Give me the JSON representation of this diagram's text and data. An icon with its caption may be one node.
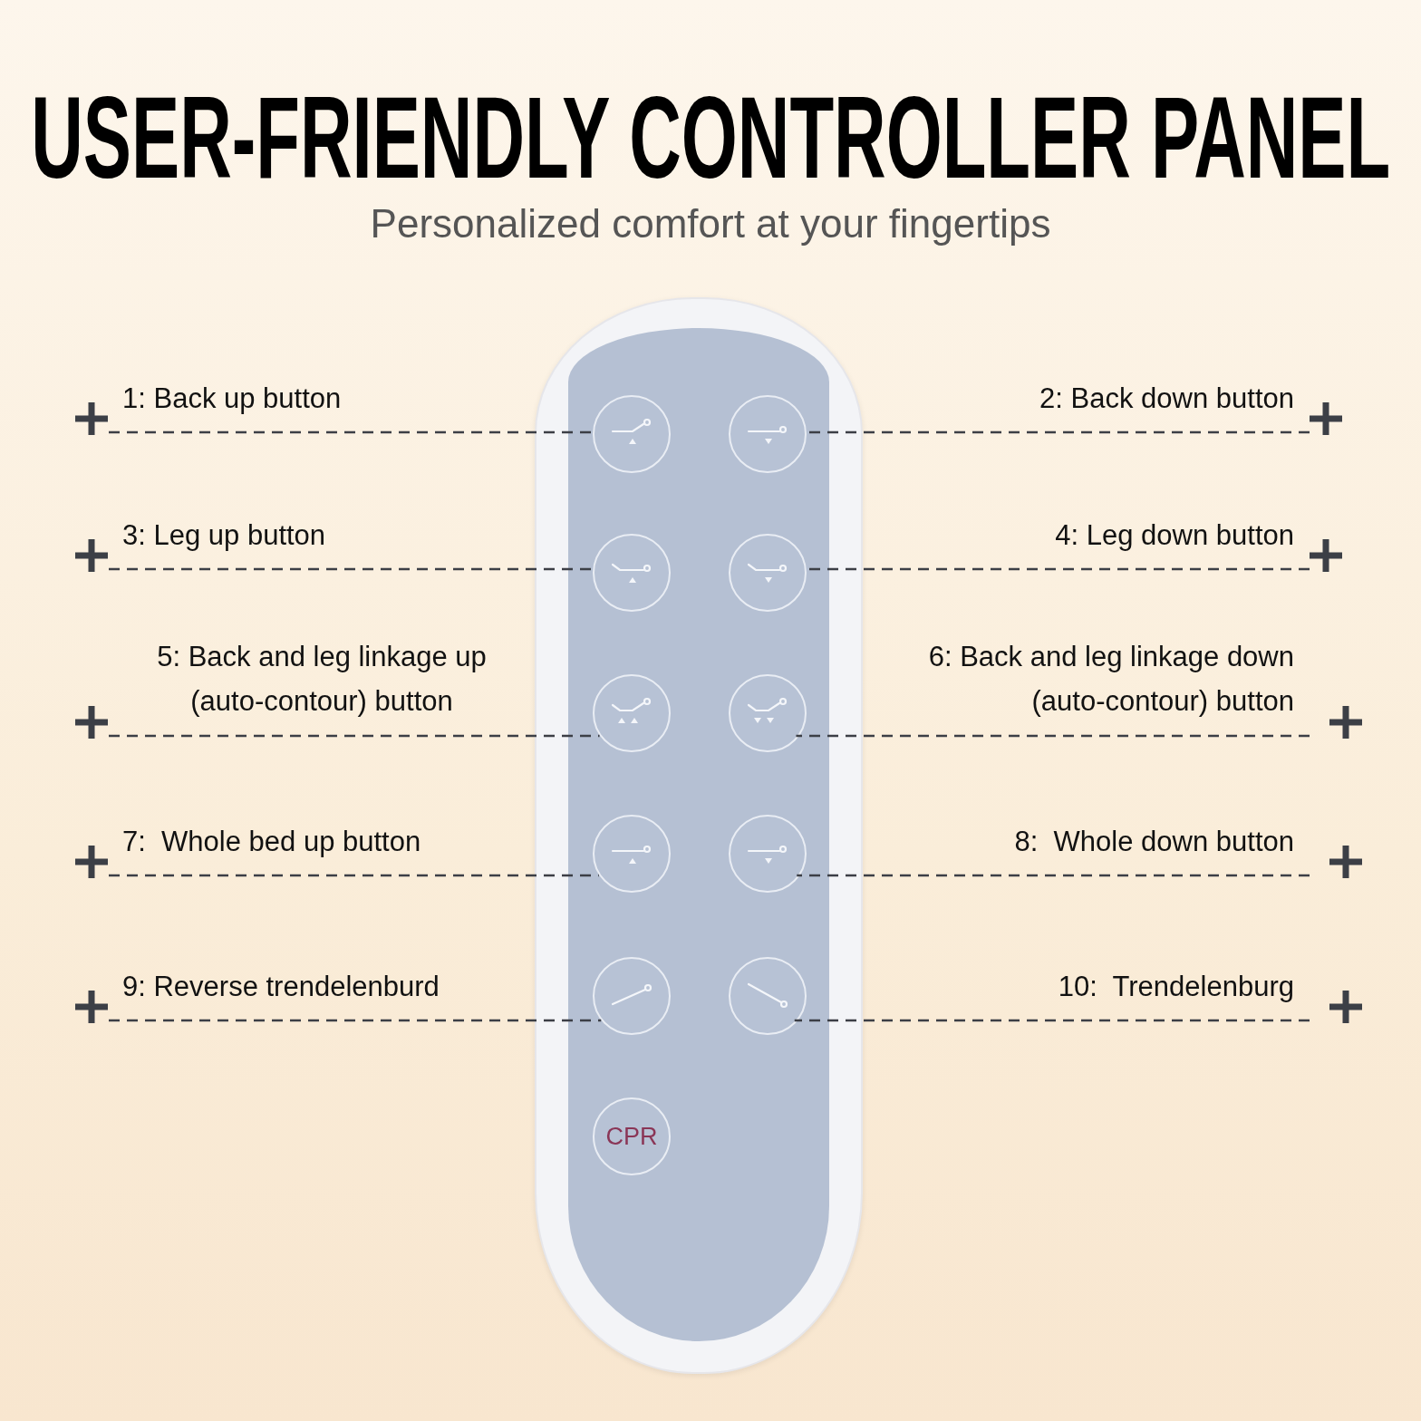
{
  "diagram": {
    "title": "USER-FRIENDLY CONTROLLER PANEL",
    "caption": "Personalized comfort at your fingertips",
    "nodes": [
      {
        "text": [],
        "shape": "box"
      },
      {
        "text": [],
        "shape": "circle",
        "in": 0
      },
      {
        "text": [],
        "shape": "circle",
        "in": 0
      },
      {
        "text": [],
        "shape": "circle",
        "in": 0
      },
      {
        "text": [],
        "shape": "circle",
        "in": 0
      },
      {
        "text": [],
        "shape": "circle",
        "in": 0
      },
      {
        "text": [],
        "shape": "circle",
        "in": 0
      },
      {
        "text": [],
        "shape": "circle",
        "in": 0
      },
      {
        "text": [],
        "shape": "circle",
        "in": 0
      },
      {
        "text": [],
        "shape": "circle",
        "in": 0
      },
      {
        "text": [],
        "shape": "circle",
        "in": 0
      },
      {
        "text": [
          "CPR"
        ],
        "in": 0
      },
      {
        "text": [
          "1: Back up button"
        ]
      },
      {
        "text": [
          "2: Back down button"
        ]
      },
      {
        "text": [
          "3: Leg up button"
        ]
      },
      {
        "text": [
          "4: Leg down button"
        ]
      },
      {
        "text": [
          "5: Back and leg linkage up (auto-contour) button"
        ]
      },
      {
        "text": [
          "6: Back and leg linkage down (auto-contour) button"
        ]
      },
      {
        "text": [
          "7:  Whole bed up button"
        ]
      },
      {
        "text": [
          "8:  Whole down button"
        ]
      },
      {
        "text": [
          "9: Reverse trendelenburd"
        ]
      },
      {
        "text": [
          "10:  Trendelenburg"
        ]
      }
    ],
    "edges": [
      {
        "from": 12,
        "to": 1,
        "arrow": "none",
        "style": "dashed"
      },
      {
        "from": 13,
        "to": 2,
        "arrow": "none",
        "style": "dashed"
      },
      {
        "from": 14,
        "to": 3,
        "arrow": "none",
        "style": "dashed"
      },
      {
        "from": 15,
        "to": 4,
        "arrow": "none",
        "style": "dashed"
      },
      {
        "from": 16,
        "to": 5,
        "arrow": "none",
        "style": "dashed"
      },
      {
        "from": 17,
        "to": 6,
        "arrow": "none",
        "style": "dashed"
      },
      {
        "from": 18,
        "to": 7,
        "arrow": "none",
        "style": "dashed"
      },
      {
        "from": 19,
        "to": 8,
        "arrow": "none",
        "style": "dashed"
      },
      {
        "from": 20,
        "to": 9,
        "arrow": "none",
        "style": "dashed"
      },
      {
        "from": 21,
        "to": 10,
        "arrow": "none",
        "style": "dashed"
      }
    ]
  }
}
